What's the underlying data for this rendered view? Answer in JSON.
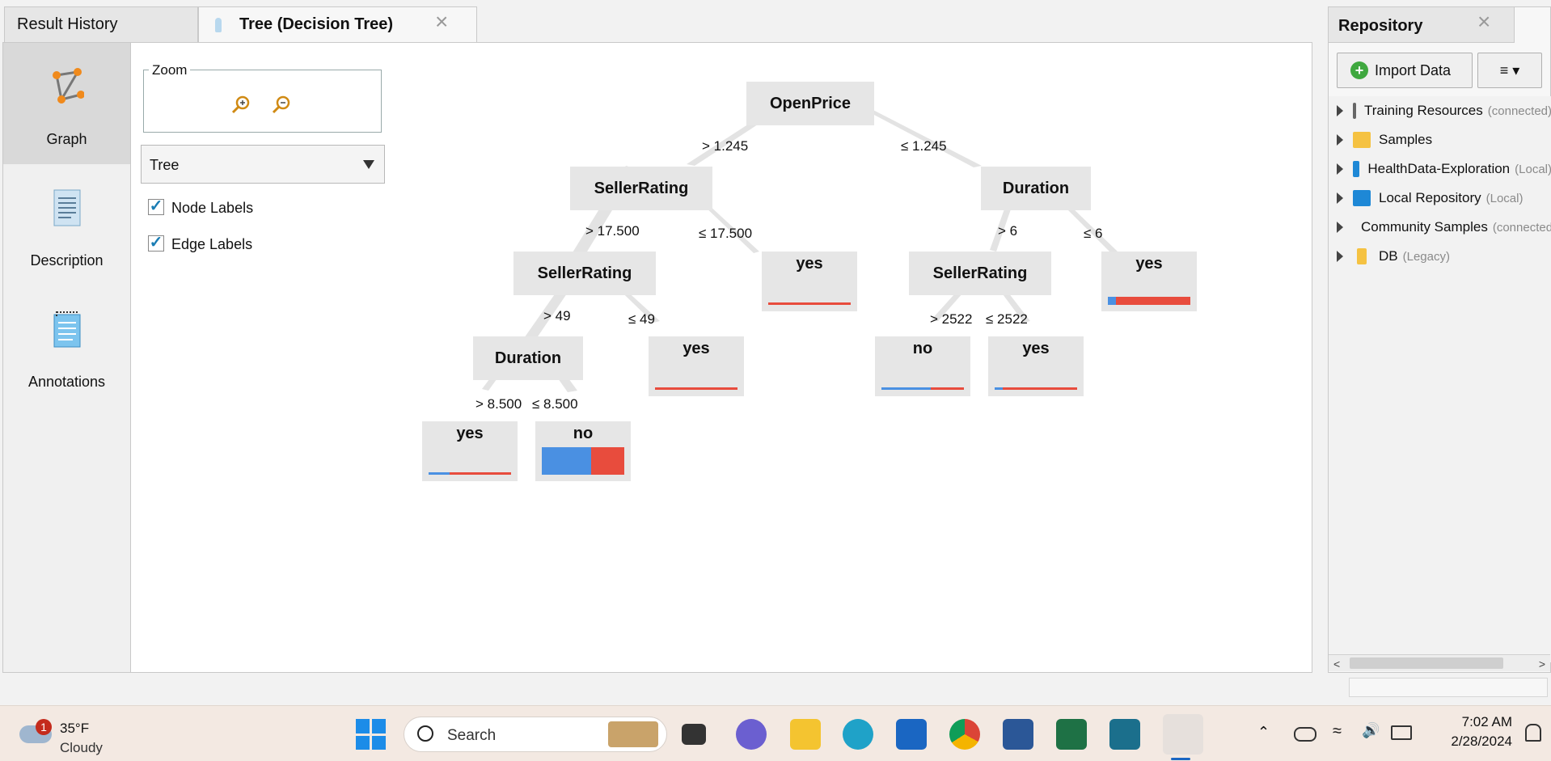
{
  "tabs": {
    "result_history": "Result History",
    "tree_tab": "Tree (Decision Tree)",
    "close": "×"
  },
  "left_tabs": [
    {
      "label": "Graph",
      "icon": "graph-icon"
    },
    {
      "label": "Description",
      "icon": "description-icon"
    },
    {
      "label": "Annotations",
      "icon": "annotations-icon"
    }
  ],
  "controls": {
    "zoom_label": "Zoom",
    "zoom_in_icon": "zoom-in-icon",
    "zoom_out_icon": "zoom-out-icon",
    "view_select": "Tree",
    "node_labels": "Node Labels",
    "edge_labels": "Edge Labels",
    "check": "✓"
  },
  "tree": {
    "nodes": {
      "root": "OpenPrice",
      "n1": "SellerRating",
      "n2": "Duration",
      "n3": "SellerRating",
      "n4": "SellerRating",
      "n5": "Duration"
    },
    "leaves": {
      "l1": "yes",
      "l2": "yes",
      "l3": "no",
      "l4": "yes",
      "l5": "yes",
      "l6": "yes",
      "l7": "no"
    },
    "edges": {
      "e1": "> 1.245",
      "e2": "≤ 1.245",
      "e3": "> 17.500",
      "e4": "≤ 17.500",
      "e5": "> 6",
      "e6": "≤ 6",
      "e7": "> 49",
      "e8": "≤ 49",
      "e9": "> 2522",
      "e10": "≤ 2522",
      "e11": "> 8.500",
      "e12": "≤ 8.500"
    },
    "colors": {
      "yes": "#e84c3d",
      "no": "#4a90e2",
      "box": "#e6e6e6"
    }
  },
  "repository": {
    "title": "Repository",
    "import_button": "Import Data",
    "menu_button": "≡ ▾",
    "items": [
      {
        "label": "Training Resources",
        "note": "(connected)"
      },
      {
        "label": "Samples",
        "note": ""
      },
      {
        "label": "HealthData-Exploration",
        "note": "(Local)"
      },
      {
        "label": "Local Repository",
        "note": "(Local)"
      },
      {
        "label": "Community Samples",
        "note": "(connected)"
      },
      {
        "label": "DB",
        "note": "(Legacy)"
      }
    ]
  },
  "taskbar": {
    "weather_temp": "35°F",
    "weather_desc": "Cloudy",
    "weather_badge": "1",
    "search_placeholder": "Search",
    "time": "7:02 AM",
    "date": "2/28/2024"
  }
}
